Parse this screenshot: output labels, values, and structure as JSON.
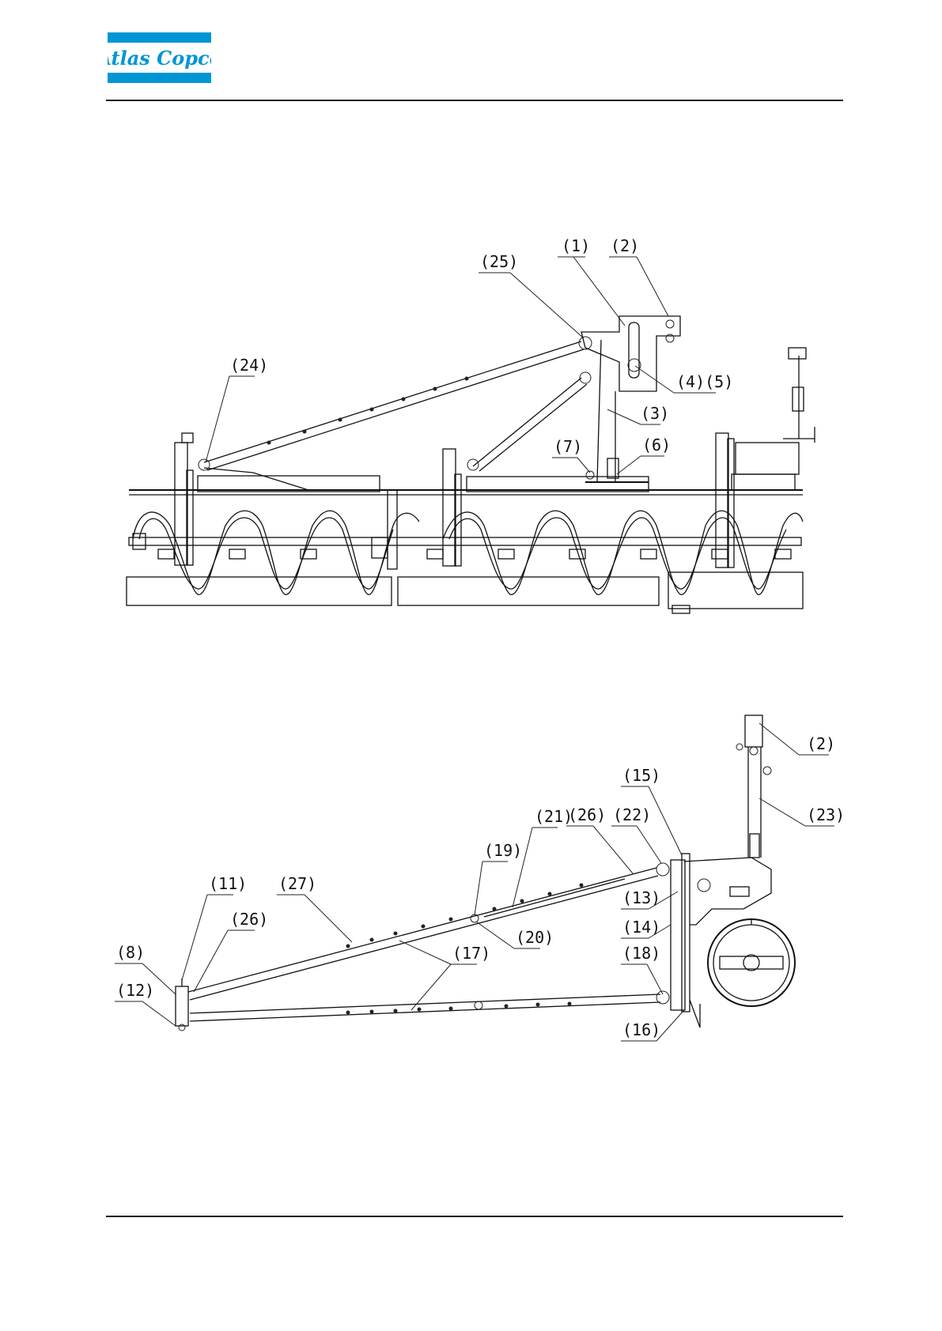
{
  "header": {
    "logo_text": "Atlas Copco",
    "brand_color": "#0096D6"
  },
  "figure_top": {
    "callouts": [
      "(1)",
      "(2)",
      "(25)",
      "(24)",
      "(4)(5)",
      "(3)",
      "(7)",
      "(6)"
    ]
  },
  "figure_bottom": {
    "callouts": [
      "(2)",
      "(23)",
      "(15)",
      "(21)",
      "(26)",
      "(22)",
      "(19)",
      "(13)",
      "(11)",
      "(27)",
      "(26)",
      "(20)",
      "(14)",
      "(8)",
      "(17)",
      "(18)",
      "(12)",
      "(16)"
    ]
  }
}
